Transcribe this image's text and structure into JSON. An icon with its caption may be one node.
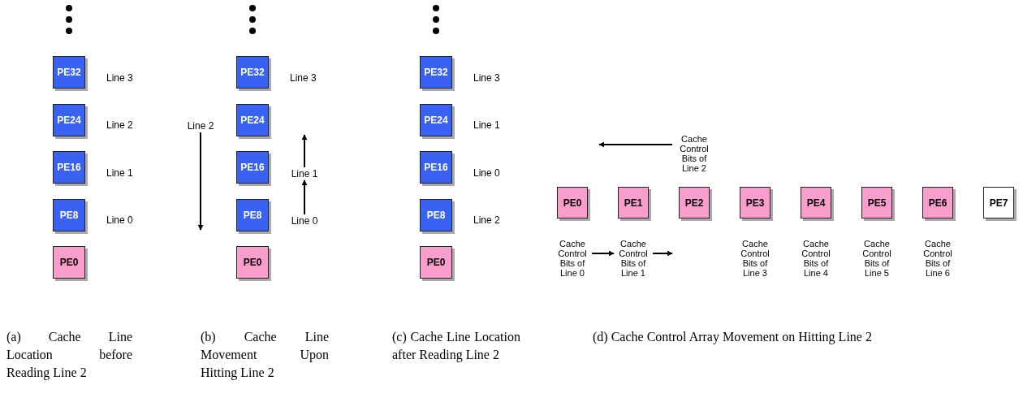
{
  "diagram": {
    "nodes": [
      {
        "text": [
          "PE32"
        ]
      },
      {
        "text": [
          "PE24"
        ]
      },
      {
        "text": [
          "PE16"
        ]
      },
      {
        "text": [
          "PE8"
        ]
      },
      {
        "text": [
          "PE0"
        ]
      },
      {
        "text": [
          "Line 2"
        ]
      },
      {
        "text": [
          "PE32"
        ]
      },
      {
        "text": [
          "PE24"
        ]
      },
      {
        "text": [
          "PE16"
        ]
      },
      {
        "text": [
          "Line 1"
        ]
      },
      {
        "text": [
          "PE8"
        ]
      },
      {
        "text": [
          "Line 0"
        ]
      },
      {
        "text": [
          "PE0"
        ]
      },
      {
        "text": [
          "PE32"
        ]
      },
      {
        "text": [
          "PE24"
        ]
      },
      {
        "text": [
          "PE16"
        ]
      },
      {
        "text": [
          "PE8"
        ]
      },
      {
        "text": [
          "PE0"
        ]
      },
      {
        "text": [
          "Cache Control Bits of Line 2"
        ]
      },
      {
        "text": [
          "PE0"
        ]
      },
      {
        "text": [
          "PE1"
        ]
      },
      {
        "text": [
          "PE2"
        ]
      },
      {
        "text": [
          "PE3"
        ]
      },
      {
        "text": [
          "PE4"
        ]
      },
      {
        "text": [
          "PE5"
        ]
      },
      {
        "text": [
          "PE6"
        ]
      },
      {
        "text": [
          "PE7"
        ]
      },
      {
        "text": [
          "Cache Control Bits of Line 0"
        ]
      },
      {
        "text": [
          "Cache Control Bits of Line 1"
        ]
      },
      {
        "text": [
          "Cache Control Bits of Line 3"
        ]
      },
      {
        "text": [
          "Cache Control Bits of Line 4"
        ]
      },
      {
        "text": [
          "Cache Control Bits of Line 5"
        ]
      },
      {
        "text": [
          "Cache Control Bits of Line 6"
        ]
      }
    ],
    "edges": [
      {
        "from": 5,
        "to": null,
        "arrow": "to"
      },
      {
        "from": 11,
        "to": 9,
        "arrow": "to"
      },
      {
        "from": 9,
        "to": null,
        "arrow": "to"
      },
      {
        "from": 18,
        "to": null,
        "arrow": "to"
      },
      {
        "from": 27,
        "to": 28,
        "arrow": "to"
      },
      {
        "from": 28,
        "to": null,
        "arrow": "to"
      }
    ],
    "labels": [
      "Line 3",
      "Line 2",
      "Line 1",
      "Line 0",
      "Line 3",
      "Line 3",
      "Line 1",
      "Line 0",
      "Line 2",
      "(a) Cache Line Location before Reading Line 2",
      "(b) Cache Line Movement Upon Hitting Line 2",
      "(c) Cache Line Location after Reading Line 2",
      "(d) Cache Control Array Movement on Hitting Line 2"
    ]
  }
}
